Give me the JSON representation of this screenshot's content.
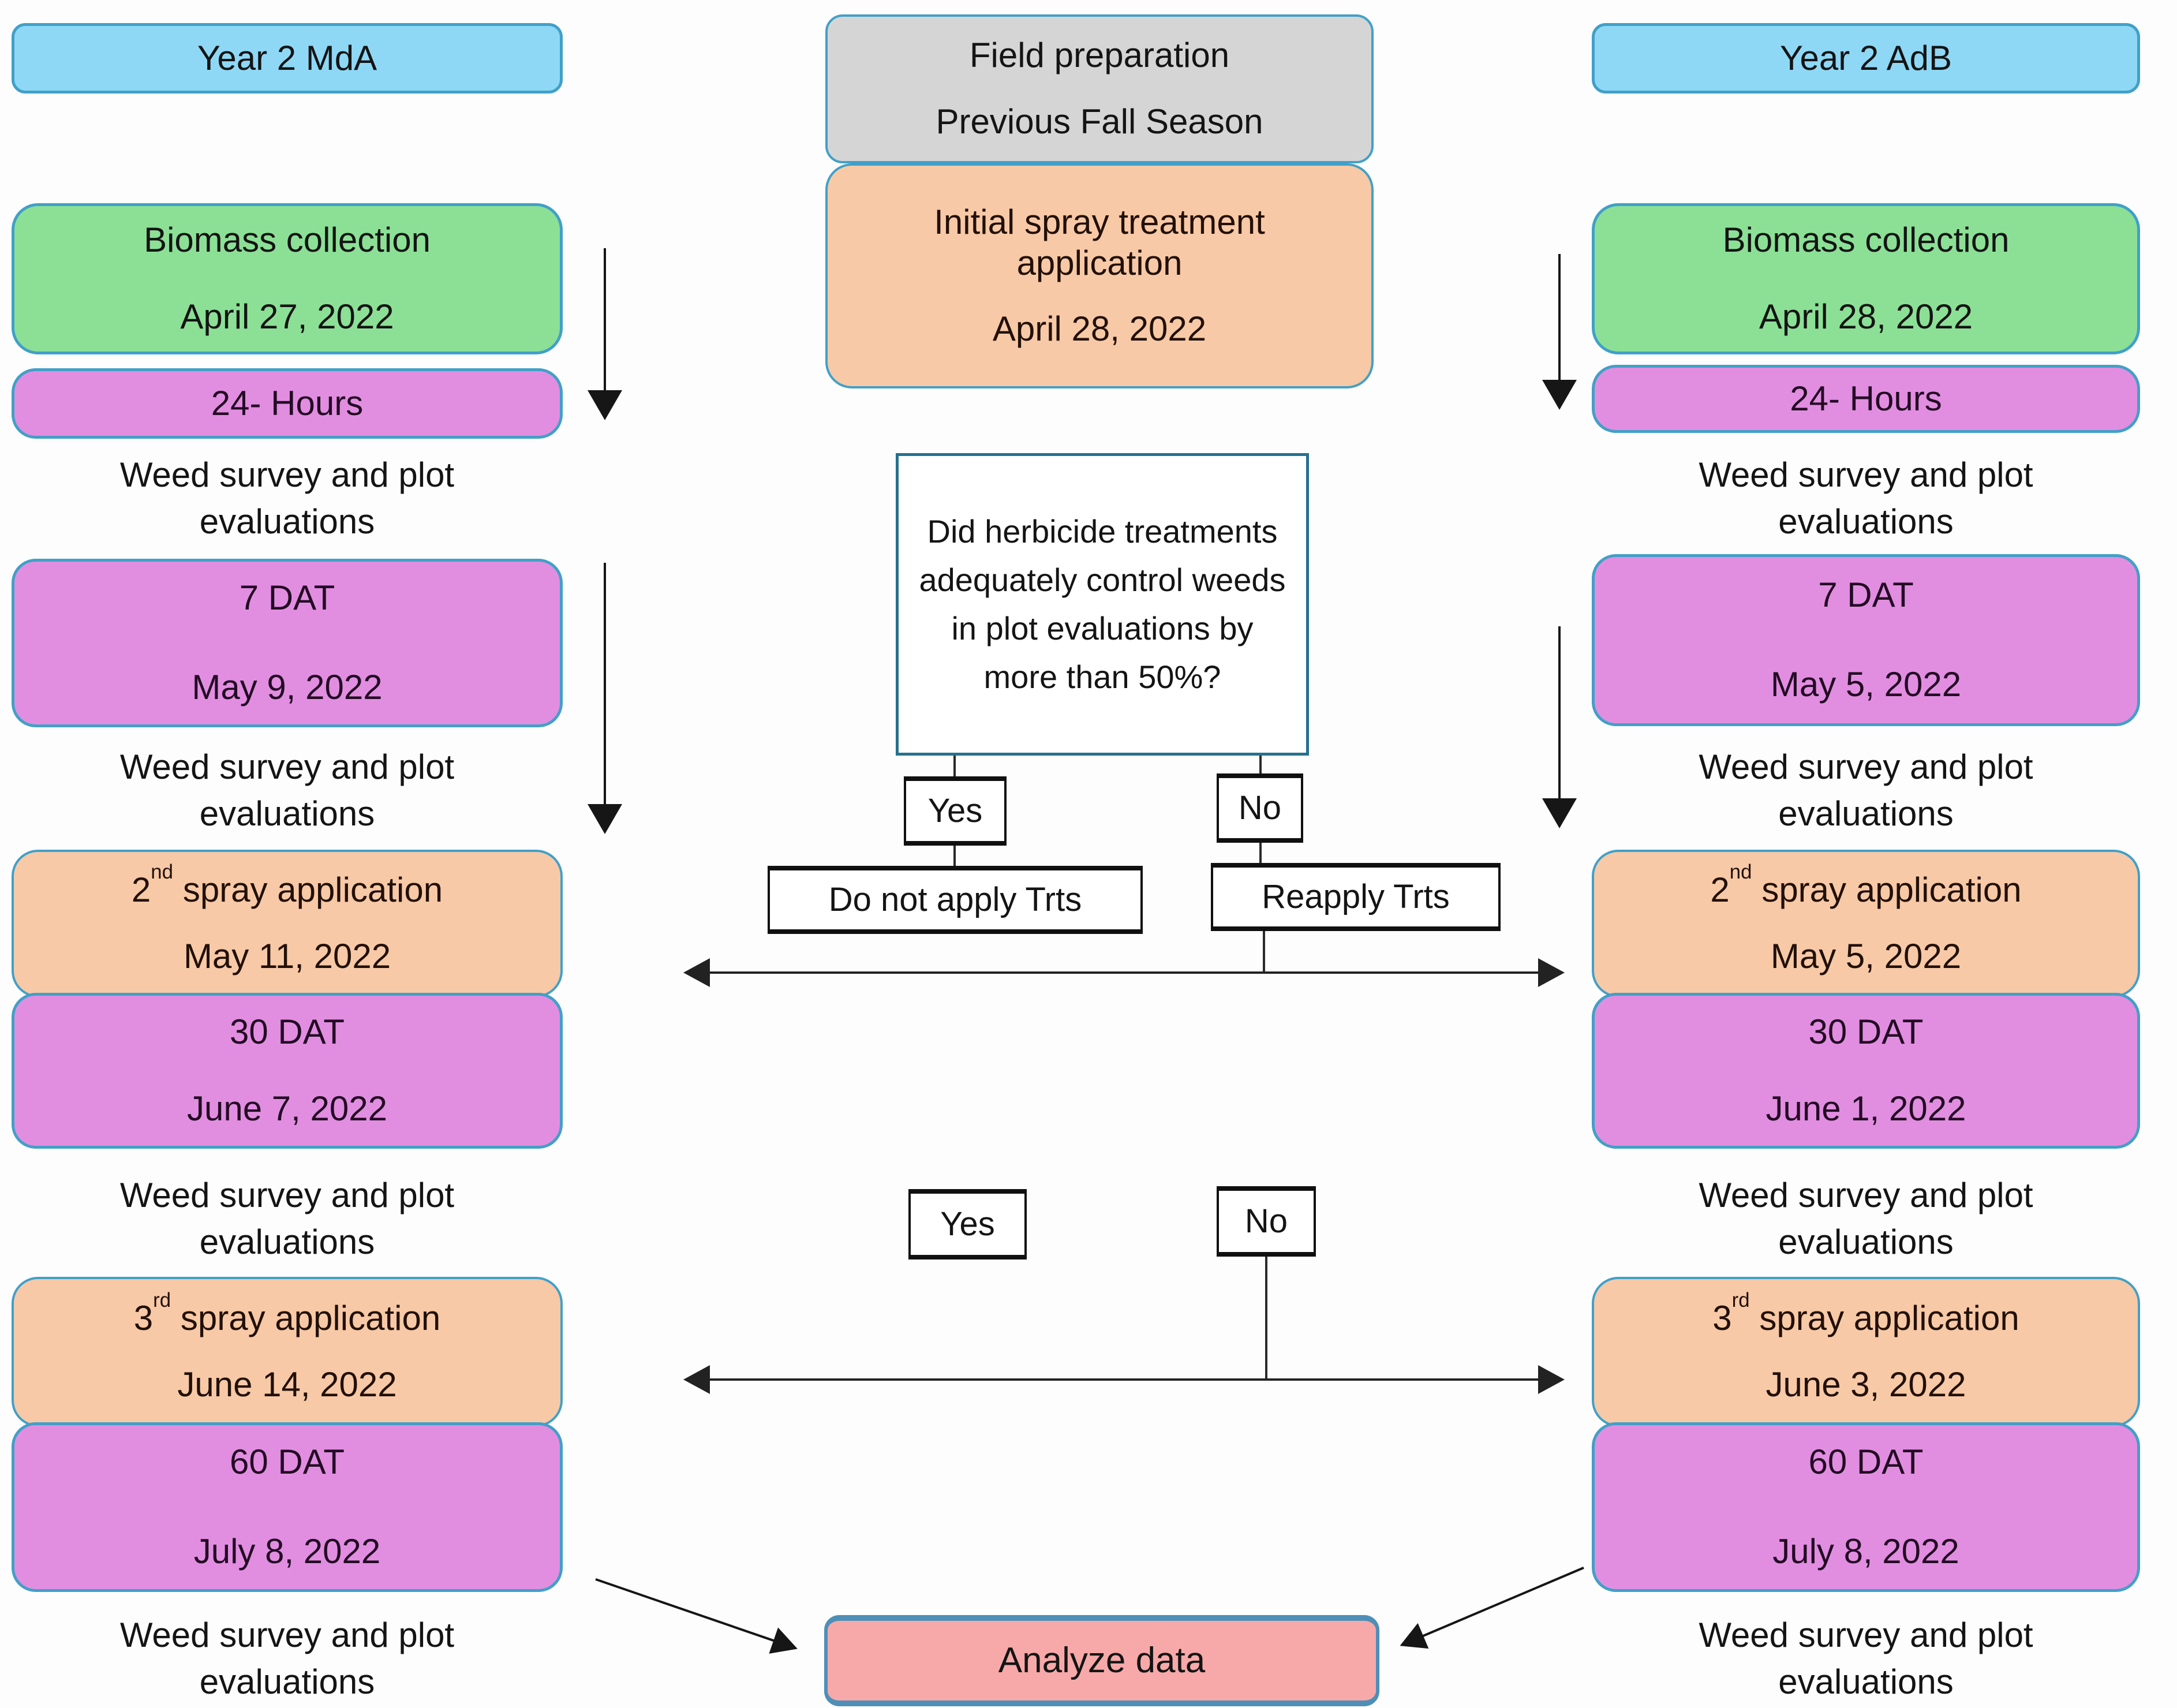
{
  "colors": {
    "header_blue": "#8ed8f6",
    "border_blue": "#41a0c8",
    "green": "#8ce096",
    "purple": "#e18ee1",
    "orange": "#f7c9a6",
    "gray": "#d5d5d5",
    "salmon": "#f6a9a8",
    "salmon_border": "#4e8fb8",
    "decision_border": "#26708f"
  },
  "left": {
    "header": "Year 2 MdA",
    "biomass_title": "Biomass collection",
    "biomass_date": "April 27, 2022",
    "hours": "24- Hours",
    "survey_line1": "Weed survey and plot",
    "survey_line2": "evaluations",
    "dat7_title": "7 DAT",
    "dat7_date": "May 9, 2022",
    "spray2_num": "2",
    "spray2_ord": "nd",
    "spray2_rest": "spray application",
    "spray2_date": "May 11, 2022",
    "dat30_title": "30 DAT",
    "dat30_date": "June 7, 2022",
    "spray3_num": "3",
    "spray3_ord": "rd",
    "spray3_rest": "spray application",
    "spray3_date": "June 14, 2022",
    "dat60_title": "60 DAT",
    "dat60_date": "July 8, 2022"
  },
  "center": {
    "field_prep_line1": "Field preparation",
    "field_prep_line2": "Previous Fall Season",
    "initial_title": "Initial spray treatment application",
    "initial_date": "April 28, 2022",
    "decision": "Did herbicide treatments adequately control weeds in plot evaluations by more than 50%?",
    "yes1": "Yes",
    "no1": "No",
    "do_not_apply": "Do not apply Trts",
    "reapply": "Reapply Trts",
    "yes2": "Yes",
    "no2": "No",
    "analyze": "Analyze data"
  },
  "right": {
    "header": "Year 2 AdB",
    "biomass_title": "Biomass collection",
    "biomass_date": "April 28, 2022",
    "hours": "24- Hours",
    "survey_line1": "Weed survey and plot",
    "survey_line2": "evaluations",
    "dat7_title": "7 DAT",
    "dat7_date": "May 5, 2022",
    "spray2_num": "2",
    "spray2_ord": "nd",
    "spray2_rest": "spray application",
    "spray2_date": "May 5, 2022",
    "dat30_title": "30 DAT",
    "dat30_date": "June 1, 2022",
    "spray3_num": "3",
    "spray3_ord": "rd",
    "spray3_rest": "spray application",
    "spray3_date": "June 3, 2022",
    "dat60_title": "60 DAT",
    "dat60_date": "July 8, 2022"
  }
}
